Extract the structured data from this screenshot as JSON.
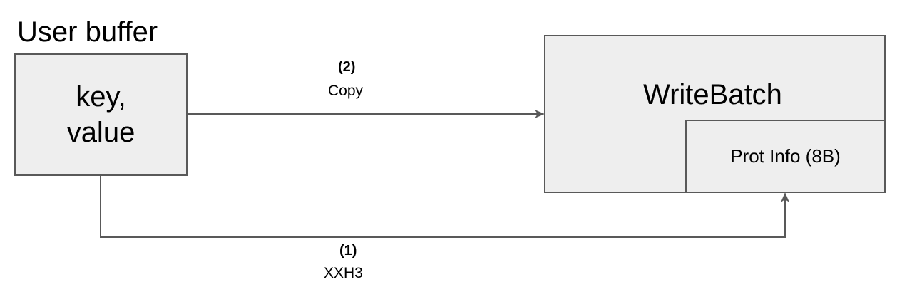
{
  "user_buffer": {
    "title": "User buffer",
    "line1": "key,",
    "line2": "value"
  },
  "write_batch": {
    "title": "WriteBatch",
    "prot_info": "Prot Info (8B)"
  },
  "copy_arrow": {
    "step": "(2)",
    "label": "Copy"
  },
  "hash_arrow": {
    "step": "(1)",
    "label": "XXH3"
  },
  "colors": {
    "box_fill": "#eeeeee",
    "stroke": "#595959"
  }
}
